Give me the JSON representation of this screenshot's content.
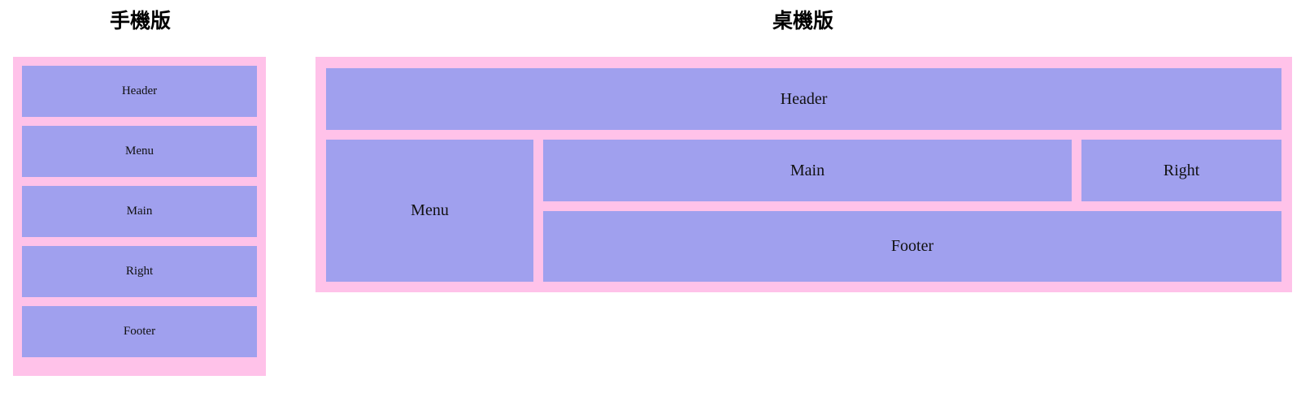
{
  "colors": {
    "panel_background": "#ffc2e9",
    "cell_background": "#a0a0ee",
    "text": "#111111",
    "title_text": "#000000",
    "page_background": "#ffffff"
  },
  "mobile": {
    "title": "手機版",
    "cells": [
      {
        "label": "Header"
      },
      {
        "label": "Menu"
      },
      {
        "label": "Main"
      },
      {
        "label": "Right"
      },
      {
        "label": "Footer"
      }
    ]
  },
  "desktop": {
    "title": "桌機版",
    "cells": [
      {
        "label": "Header"
      },
      {
        "label": "Menu"
      },
      {
        "label": "Main"
      },
      {
        "label": "Right"
      },
      {
        "label": "Footer"
      }
    ]
  }
}
